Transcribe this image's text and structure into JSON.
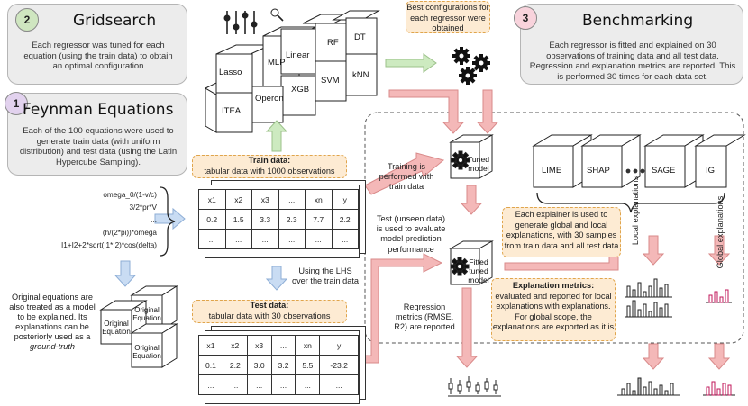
{
  "gridsearch": {
    "badge": "2",
    "title": "Gridsearch",
    "text": "Each regressor was tuned for each equation (using the train data) to obtain an optimal configuration"
  },
  "feynman": {
    "badge": "1",
    "title": "Feynman Equations",
    "text": "Each of the 100 equations were used to generate train data (with uniform distribution) and test data (using the Latin Hypercube Sampling)."
  },
  "benchmarking": {
    "badge": "3",
    "title": "Benchmarking",
    "text": "Each regressor is fitted and explained on 30 observations of training data and all test data. Regression and explanation metrics are reported. This is performed 30 times for each data set."
  },
  "regressors": [
    "Lasso",
    "MLP",
    "Linear",
    "RF",
    "DT",
    "Operon",
    "XGB",
    "SVM",
    "kNN",
    "ITEA"
  ],
  "best_config": "Best configurations for each regressor were obtained",
  "equations": [
    "omega_0/(1-v/c)",
    "3/2*pr*V",
    "...",
    "(h/(2*pi))*omega",
    "I1+I2+2*sqrt(I1*I2)*cos(delta)"
  ],
  "original_eq": {
    "label": "Original Equation",
    "text_before": "Original equations are also treated as a model to be explained. Its explanations can be posteriorly used as a ",
    "text_em": "ground-truth"
  },
  "train": {
    "title": "Train data:",
    "subtitle": "tabular data with 1000 observations",
    "headers": [
      "x1",
      "x2",
      "x3",
      "...",
      "xn",
      "y"
    ],
    "row1": [
      "0.2",
      "1.5",
      "3.3",
      "2.3",
      "7.7",
      "2.2"
    ],
    "row2": [
      "...",
      "...",
      "...",
      "...",
      "...",
      "..."
    ]
  },
  "test": {
    "title": "Test data:",
    "subtitle": "tabular data with 30 observations",
    "headers": [
      "x1",
      "x2",
      "x3",
      "...",
      "xn",
      "y"
    ],
    "row1": [
      "0.1",
      "2.2",
      "3.0",
      "3.2",
      "5.5",
      "-23.2"
    ],
    "row2": [
      "...",
      "...",
      "...",
      "...",
      "...",
      "..."
    ]
  },
  "lhs_text": "Using the LHS over the train data",
  "training_text": "Training is performed with train data",
  "test_text": "Test (unseen data) is used to evaluate model prediction performance",
  "tuned_model": "Tuned model",
  "fitted_model": "Fitted tuned model",
  "regression_metrics": "Regression metrics (RMSE, R2) are reported",
  "explainers": [
    "LIME",
    "SHAP",
    "SAGE",
    "IG"
  ],
  "explainer_note": "Each explainer is used to generate global and local explanations, with 30 samples from train data and all test data",
  "explanation_metrics": {
    "title": "Explanation metrics:",
    "text": "evaluated and reported for local explanations with explanations. For global scope, the explanations are exported as it is"
  },
  "local_label": "Local explanations",
  "global_label": "Global explanations",
  "colors": {
    "orange_fill": "#fdebd3",
    "orange_border": "#e0a54c",
    "red_arrow": "#f4b8b8",
    "blue_arrow": "#c9dcf3",
    "green_arrow": "#cdeac0"
  }
}
